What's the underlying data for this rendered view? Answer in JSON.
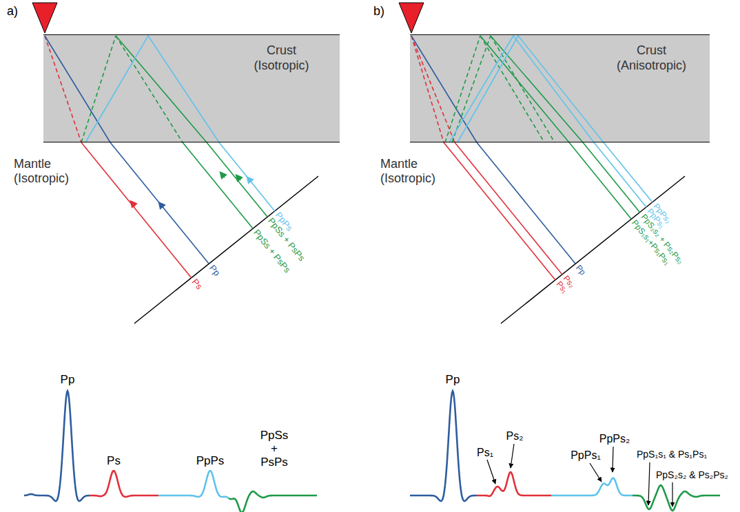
{
  "diagram": {
    "nodes": [
      {
        "text": [
          "Crust (Isotropic)"
        ]
      },
      {
        "text": [
          "Crust (Anisotropic)"
        ]
      }
    ],
    "labels": [
      "a)",
      "b)",
      "Mantle (Isotropic)",
      "Ps",
      "Pp",
      "PpSs + PsPs",
      "PpSs + PsPs",
      "PpPs",
      "Pp",
      "Ps",
      "PpPs",
      "PpSs + PsPs",
      "Mantle (Isotropic)",
      "Ps₁",
      "Ps₂",
      "Pp",
      "PpS₁s₁+Ps₁Ps₁",
      "PpS₂s₂ + Ps₂Ps₂",
      "PpPs₁",
      "PpPs₂",
      "Pp",
      "Ps₁",
      "Ps₂",
      "PpPs₁",
      "PpPs₂",
      "PpS₁s₁ & Ps₁Ps₁",
      "PpS₂s₂ & Ps₂Ps₂"
    ]
  }
}
